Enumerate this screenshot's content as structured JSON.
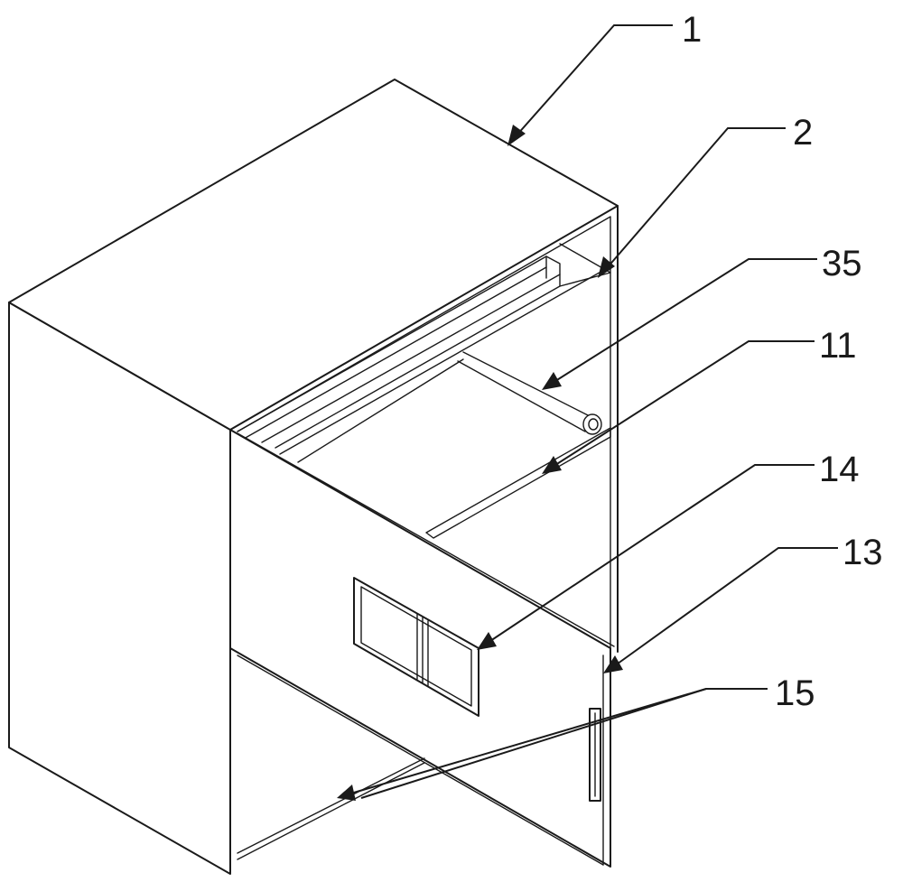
{
  "figure": {
    "kind": "patent drawing",
    "view": "isometric",
    "background_color": "#ffffff",
    "line_color": "#1a1a1a"
  },
  "callouts": [
    {
      "label": "1"
    },
    {
      "label": "2"
    },
    {
      "label": "35"
    },
    {
      "label": "11"
    },
    {
      "label": "14"
    },
    {
      "label": "13"
    },
    {
      "label": "15"
    }
  ]
}
